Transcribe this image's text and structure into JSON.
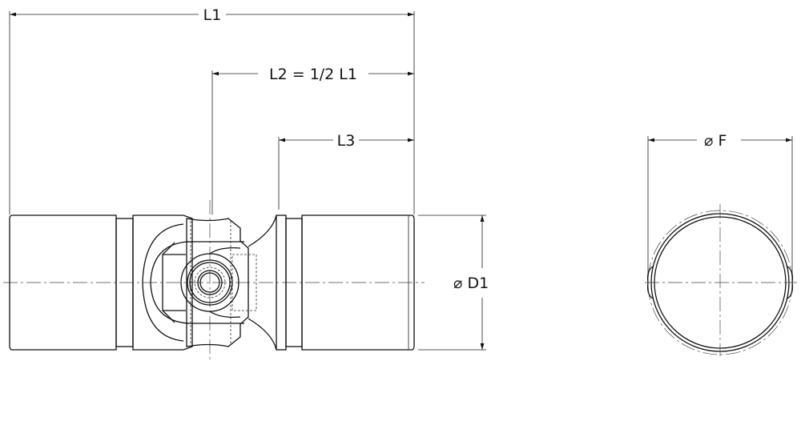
{
  "dimensions": {
    "l1": "L1",
    "l2": "L2 = 1/2 L1",
    "l3": "L3",
    "d1": "⌀ D1",
    "f": "⌀ F"
  },
  "colors": {
    "line": "#111111",
    "background": "#ffffff"
  }
}
